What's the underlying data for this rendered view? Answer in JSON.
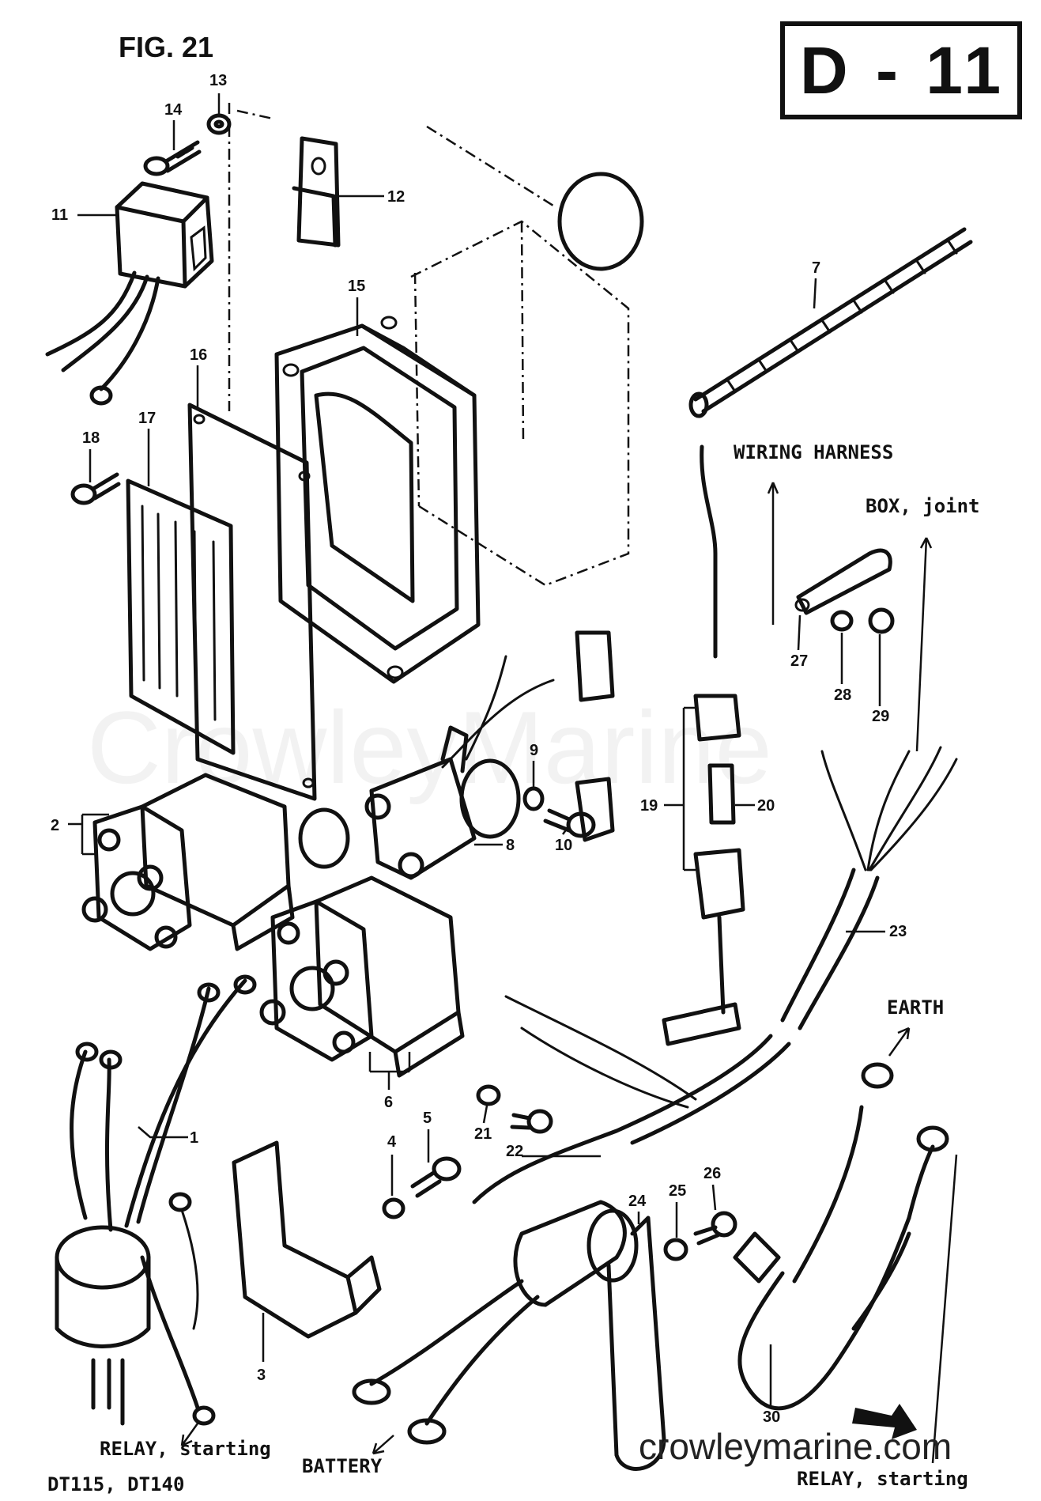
{
  "figure_label": "FIG. 21",
  "diagram_code": "D - 11",
  "watermark": "CrowleyMarine",
  "site": "crowleymarine.com",
  "models": "DT115, DT140",
  "annotations": {
    "wiring_harness": "WIRING HARNESS",
    "box_joint": "BOX, joint",
    "earth": "EARTH",
    "relay_starting_left": "RELAY, starting",
    "battery": "BATTERY",
    "relay_starting_right": "RELAY, starting"
  },
  "part_numbers": [
    "1",
    "2",
    "3",
    "4",
    "5",
    "6",
    "7",
    "8",
    "9",
    "10",
    "11",
    "12",
    "13",
    "14",
    "15",
    "16",
    "17",
    "18",
    "19",
    "20",
    "21",
    "22",
    "23",
    "24",
    "25",
    "26",
    "27",
    "28",
    "29",
    "30"
  ]
}
